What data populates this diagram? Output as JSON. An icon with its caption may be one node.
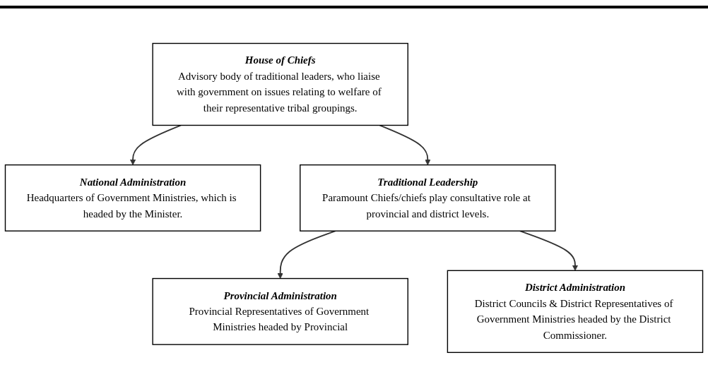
{
  "diagram": {
    "nodes": [
      {
        "text": [
          "National Administration",
          "Headquarters of Government Ministries, which is headed by the Minister."
        ]
      },
      {
        "text": [
          "House of Chiefs",
          "Advisory body of traditional leaders, who liaise with government on issues relating to welfare of their representative tribal groupings."
        ]
      },
      {
        "text": [
          "Provincial Administration",
          "Provincial Representatives of Government Ministries headed by Provincial"
        ]
      },
      {
        "text": [
          "Traditional Leadership",
          "Paramount Chiefs/chiefs play consultative role at provincial and district levels."
        ]
      },
      {
        "text": [
          "District Administration",
          "District Councils & District Representatives of Government Ministries headed by the District Commissioner."
        ]
      }
    ],
    "edges": [
      {
        "from": 1,
        "to": 0,
        "arrow": "to"
      },
      {
        "from": 1,
        "to": 3,
        "arrow": "to"
      },
      {
        "from": 3,
        "to": 2,
        "arrow": "to"
      },
      {
        "from": 3,
        "to": 4,
        "arrow": "to"
      }
    ]
  }
}
